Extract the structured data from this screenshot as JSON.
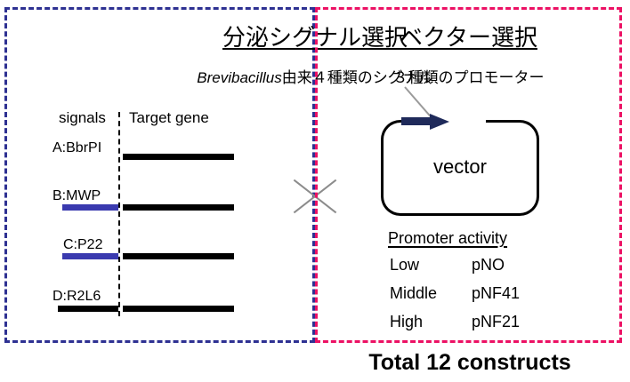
{
  "colors": {
    "left_panel_border": "#2E3192",
    "right_panel_border": "#EC1164",
    "signal_bar_blue": "#3A3AAF",
    "gene_bar_black": "#000000",
    "promoter_arrow_navy": "#1F2A5A",
    "cross_gray": "#8C8C8C"
  },
  "left_panel": {
    "title": "分泌シグナル選択",
    "subtitle_italic": "Brevibacillus",
    "subtitle_rest": "由来４種類のシグナル",
    "column_headers": {
      "signals": "signals",
      "target_gene": "Target gene"
    },
    "signals": [
      {
        "label": "A:BbrPI",
        "signal_bar": "none"
      },
      {
        "label": "B:MWP",
        "signal_bar": "blue"
      },
      {
        "label": "C:P22",
        "signal_bar": "blue"
      },
      {
        "label": "D:R2L6",
        "signal_bar": "black"
      }
    ]
  },
  "cross_symbol": "multiply-x",
  "right_panel": {
    "title": "ベクター選択",
    "promoter_note": "３種類のプロモーター",
    "vector_label": "vector",
    "promoter_activity": {
      "header": "Promoter activity",
      "rows": [
        {
          "activity": "Low",
          "plasmid": "pNO"
        },
        {
          "activity": "Middle",
          "plasmid": "pNF41"
        },
        {
          "activity": "High",
          "plasmid": "pNF21"
        }
      ]
    }
  },
  "footer": {
    "total": "Total 12 constructs"
  }
}
